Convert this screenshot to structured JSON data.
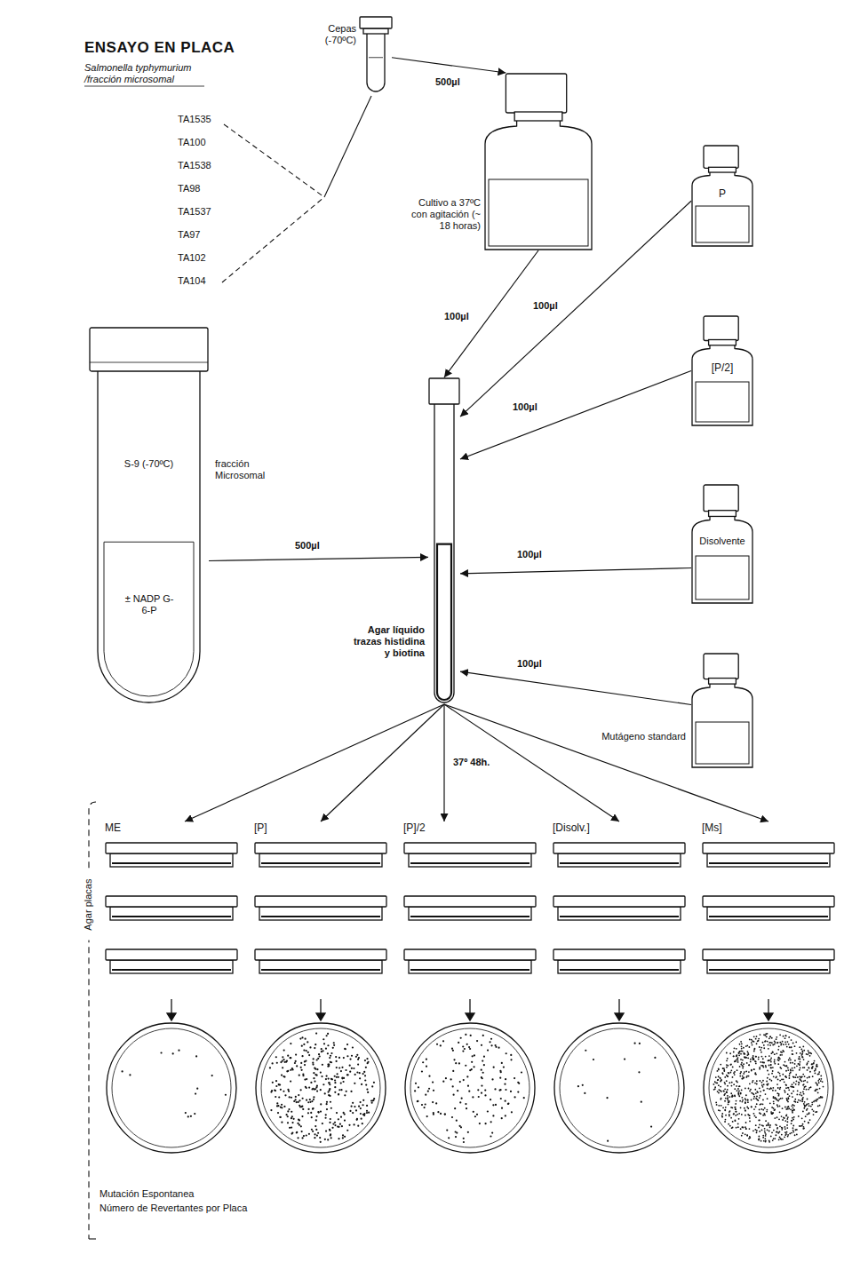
{
  "diagram": {
    "title": "ENSAYO EN PLACA",
    "nodes": [
      {
        "text": [
          "Cepas (-70ºC)"
        ]
      },
      {
        "text": [
          "Cultivo a 37ºC con agitación (~ 18 horas)"
        ]
      },
      {
        "text": [
          "P"
        ]
      },
      {
        "text": [
          "[P/2]"
        ]
      },
      {
        "text": [
          "Disolvente"
        ]
      },
      {
        "text": [
          "Mutágeno standard"
        ]
      },
      {
        "text": [
          "S-9 (-70ºC)",
          "fracción Microsomal",
          "± NADP G-6-P"
        ]
      },
      {
        "text": [
          "Agar líquido trazas histidina y biotina"
        ]
      },
      {
        "text": [
          "ME"
        ]
      },
      {
        "text": [
          "[P]"
        ]
      },
      {
        "text": [
          "[P]/2"
        ]
      },
      {
        "text": [
          "[Disolv.]"
        ]
      },
      {
        "text": [
          "[Ms]"
        ]
      }
    ],
    "edges": [
      {
        "from": 0,
        "to": 1,
        "label": "500µl",
        "arrow": "to"
      },
      {
        "from": 1,
        "to": 7,
        "label": "100µl",
        "arrow": "to"
      },
      {
        "from": 2,
        "to": 7,
        "label": "100µl",
        "arrow": "to"
      },
      {
        "from": 3,
        "to": 7,
        "label": "100µl",
        "arrow": "to"
      },
      {
        "from": 4,
        "to": 7,
        "label": "100µl",
        "arrow": "to"
      },
      {
        "from": 5,
        "to": 7,
        "label": "100µl",
        "arrow": "to"
      },
      {
        "from": 6,
        "to": 7,
        "label": "500µl",
        "arrow": "to"
      },
      {
        "from": 7,
        "to": 8,
        "arrow": "to"
      },
      {
        "from": 7,
        "to": 9,
        "arrow": "to"
      },
      {
        "from": 7,
        "to": 10,
        "label": "37º 48h.",
        "arrow": "to"
      },
      {
        "from": 7,
        "to": 11,
        "arrow": "to"
      },
      {
        "from": 7,
        "to": 12,
        "arrow": "to"
      }
    ],
    "labels": [
      "Salmonella typhymurium /fracción microsomal",
      "TA1535",
      "TA100",
      "TA1538",
      "TA98",
      "TA1537",
      "TA97",
      "TA102",
      "TA104",
      "Agar placas",
      "Mutación Espontanea",
      "Número de Revertantes por Placa"
    ]
  }
}
